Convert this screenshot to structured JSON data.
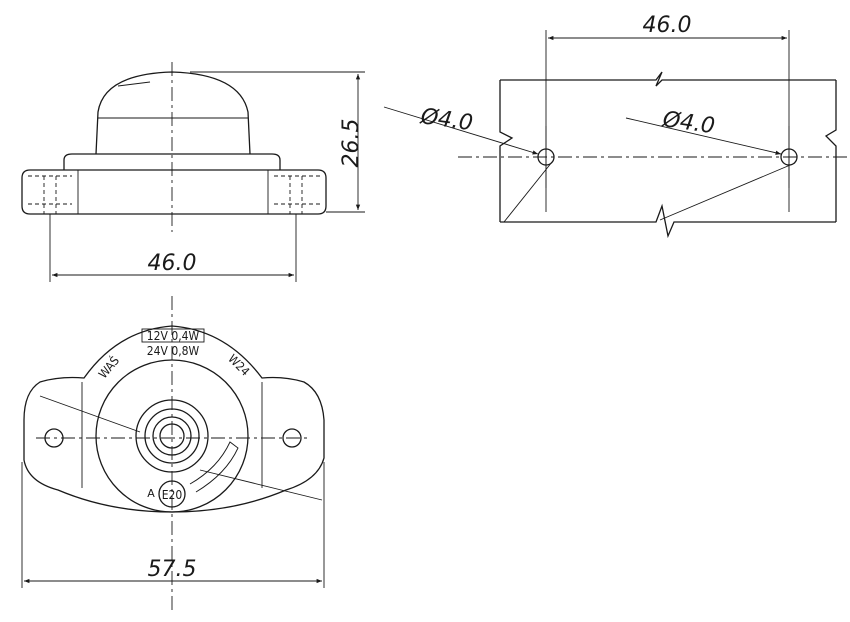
{
  "dimensions": {
    "front_width": "46.0",
    "front_height": "26.5",
    "bottom_width": "57.5",
    "hole_spacing": "46.0",
    "hole_dia_left": "Ø4.0",
    "hole_dia_right": "Ø4.0"
  },
  "markings": {
    "rating_line1": "12V 0,4W",
    "rating_line2": "24V 0,8W",
    "maker": "WAŚ",
    "model": "W24",
    "approval_letter": "A",
    "approval_code": "E20"
  }
}
